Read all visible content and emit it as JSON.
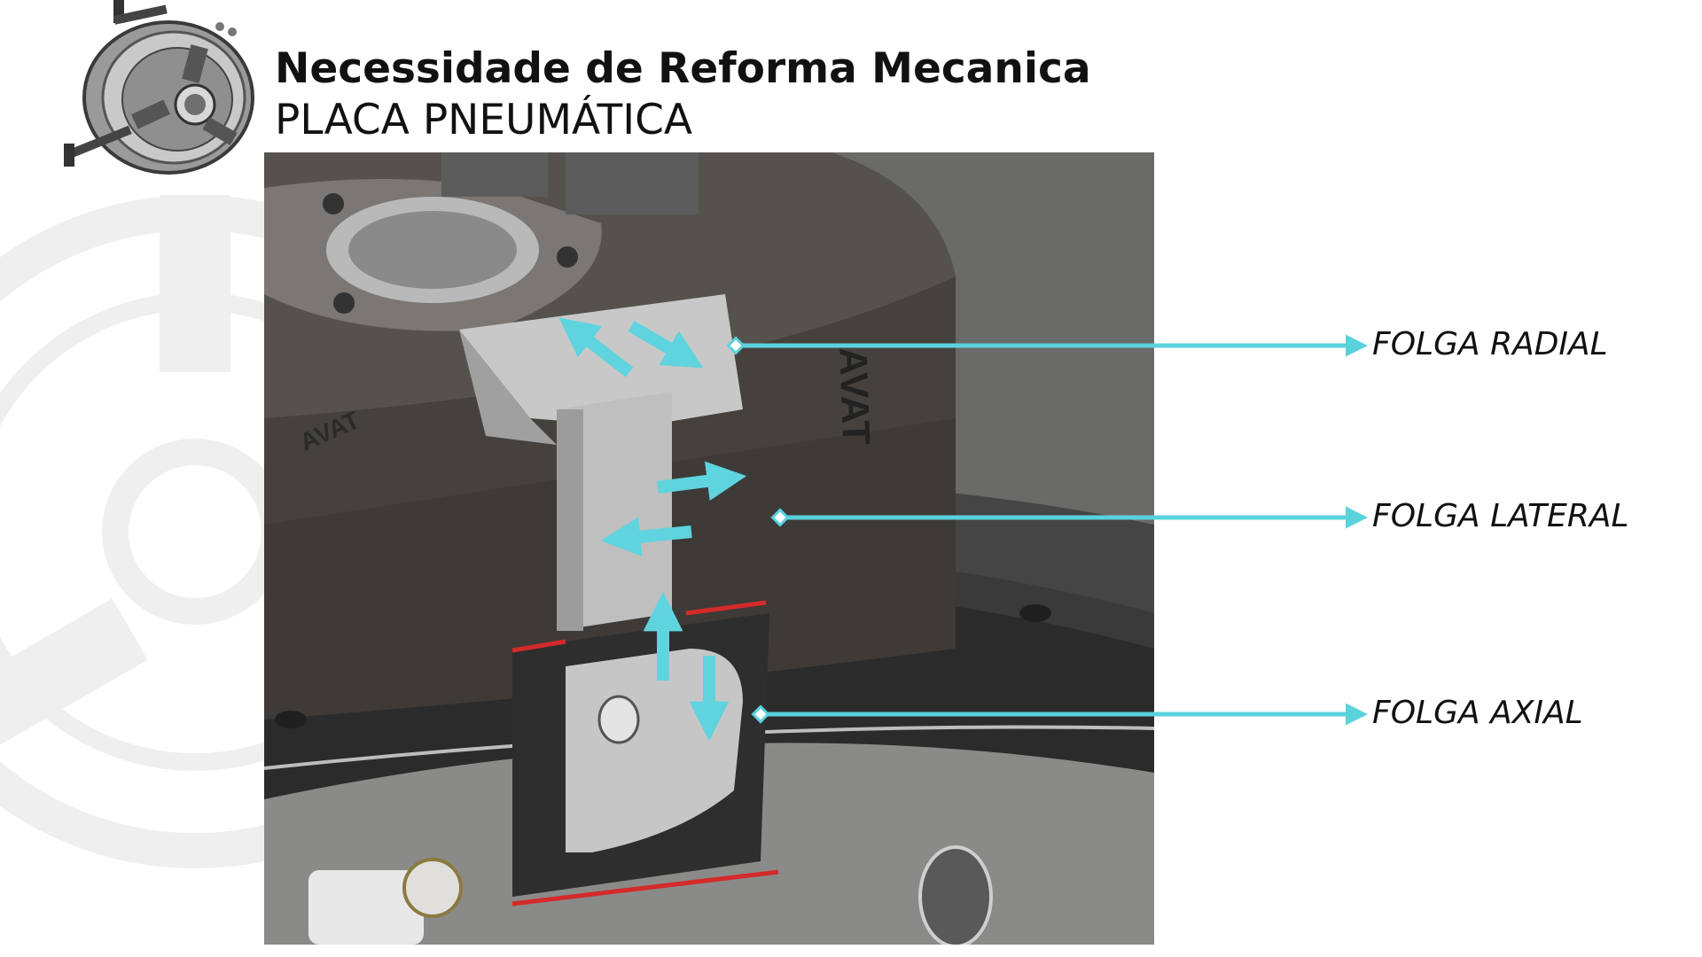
{
  "slide": {
    "title": "Necessidade de Reforma Mecanica",
    "subtitle": "PLACA PNEUMÁTICA"
  },
  "figure": {
    "brand_marks": [
      "AVAT",
      "AVAT"
    ],
    "callouts": [
      {
        "label": "FOLGA RADIAL"
      },
      {
        "label": "FOLGA LATERAL"
      },
      {
        "label": "FOLGA AXIAL"
      }
    ]
  },
  "colors": {
    "callout_line": "#5ad2dc",
    "motion_arrow": "#5fd4de",
    "gap_marker": "#d42a2a",
    "text": "#111111",
    "background": "#ffffff"
  }
}
